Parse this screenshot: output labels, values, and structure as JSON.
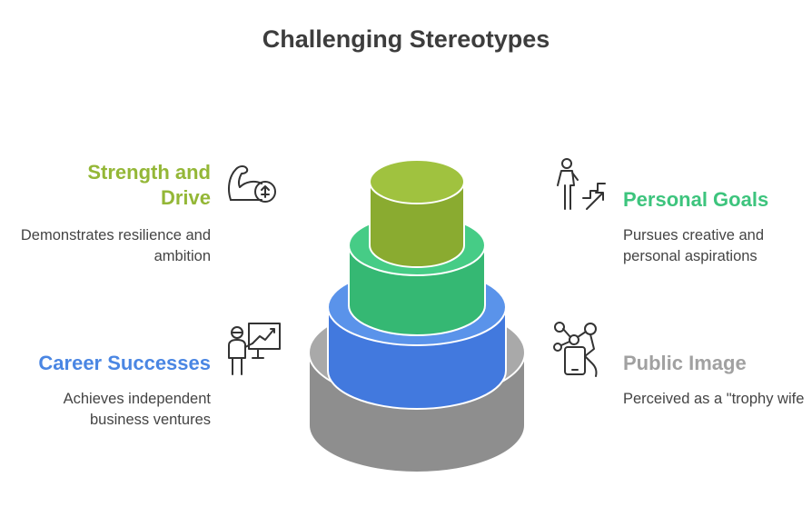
{
  "title": "Challenging Stereotypes",
  "colors": {
    "strength": "#94b737",
    "personal": "#3dc47d",
    "career": "#4a86e3",
    "public": "#a1a1a1",
    "text": "#444444"
  },
  "items": {
    "strength": {
      "heading": "Strength and Drive",
      "desc": "Demonstrates resilience and ambition",
      "icon": "flexed-arm-icon"
    },
    "personal": {
      "heading": "Personal Goals",
      "desc": "Pursues creative and personal aspirations",
      "icon": "climbing-stairs-icon"
    },
    "career": {
      "heading": "Career Successes",
      "desc": "Achieves independent business ventures",
      "icon": "presentation-icon"
    },
    "public": {
      "heading": "Public Image",
      "desc": "Perceived as a \"trophy wife",
      "icon": "social-network-phone-icon"
    }
  }
}
